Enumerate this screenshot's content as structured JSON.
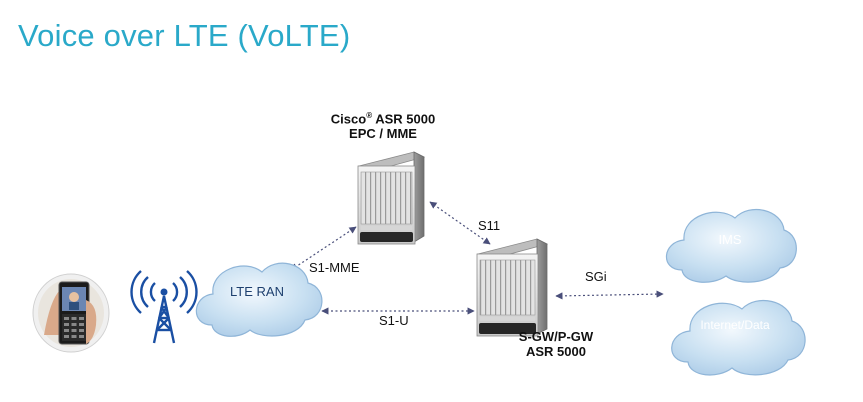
{
  "title": "Voice over LTE (VoLTE)",
  "mme": {
    "brand": "Cisco",
    "reg": "®",
    "model": "ASR 5000",
    "role": "EPC / MME"
  },
  "gateway": {
    "role": "S-GW/P-GW",
    "model": "ASR 5000"
  },
  "clouds": {
    "ran": "LTE RAN",
    "ims": "IMS",
    "internet": "Internet/Data"
  },
  "interfaces": {
    "s1mme": "S1-MME",
    "s11": "S11",
    "s1u": "S1-U",
    "sgi": "SGi"
  },
  "colors": {
    "title": "#2aa9c9",
    "cloud_fill": "#c7dff1",
    "cloud_stroke": "#8fb5d8",
    "link": "#4a4f7a",
    "tower": "#1a4fa3"
  },
  "icons": [
    "mobile-phone-icon",
    "cell-tower-icon",
    "chassis-icon"
  ]
}
